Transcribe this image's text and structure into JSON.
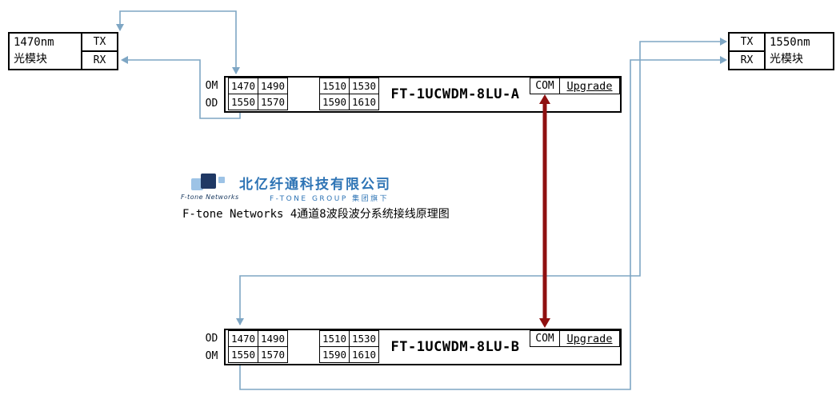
{
  "colors": {
    "link_blue": "#7ea6c4",
    "trunk_red": "#8f1010",
    "brand_blue": "#2e74b5",
    "logo_navy": "#1f3864",
    "logo_light_blue": "#9dc3e6",
    "border_black": "#000000"
  },
  "left_module": {
    "wavelength": "1470nm",
    "type_label": "光模块",
    "tx_label": "TX",
    "rx_label": "RX"
  },
  "right_module": {
    "wavelength": "1550nm",
    "type_label": "光模块",
    "tx_label": "TX",
    "rx_label": "RX"
  },
  "device_a": {
    "title": "FT-1UCWDM-8LU-A",
    "row1_label": "OM",
    "row2_label": "OD",
    "row1_channels": [
      "1470",
      "1490",
      "1510",
      "1530"
    ],
    "row2_channels": [
      "1550",
      "1570",
      "1590",
      "1610"
    ],
    "com_label": "COM",
    "upgrade_label": "Upgrade"
  },
  "device_b": {
    "title": "FT-1UCWDM-8LU-B",
    "row1_label": "OD",
    "row2_label": "OM",
    "row1_channels": [
      "1470",
      "1490",
      "1510",
      "1530"
    ],
    "row2_channels": [
      "1550",
      "1570",
      "1590",
      "1610"
    ],
    "com_label": "COM",
    "upgrade_label": "Upgrade"
  },
  "branding": {
    "company_name": "北亿纤通科技有限公司",
    "group_line": "F-TONE GROUP  集团旗下",
    "logo_text": "F-tone Networks"
  },
  "caption": "F-tone Networks 4通道8波段波分系统接线原理图"
}
